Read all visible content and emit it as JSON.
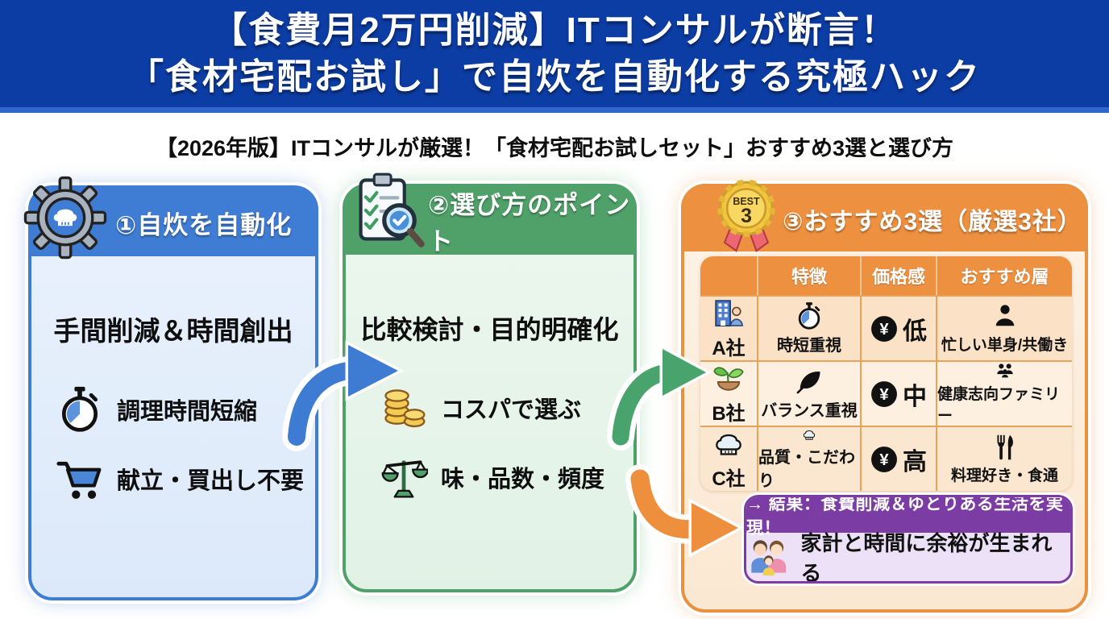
{
  "banner": {
    "bg": "#0c3da5",
    "strip": "#2f66cc",
    "line1": "【食費月2万円削減】ITコンサルが断言！",
    "line2": "「食材宅配お試し」で自炊を自動化する究極ハック"
  },
  "subtitle": "【2026年版】ITコンサルが厳選！「食材宅配お試しセット」おすすめ3選と選び方",
  "cards": [
    {
      "title": "①自炊を自動化",
      "accent": "#3f7dd4",
      "header_icon": "gear-chef-icon",
      "headline": "手間削減＆時間創出",
      "items": [
        {
          "icon": "stopwatch-icon",
          "label": "調理時間短縮"
        },
        {
          "icon": "cart-icon",
          "label": "献立・買出し不要"
        }
      ]
    },
    {
      "title": "②選び方のポイント",
      "accent": "#4fa169",
      "header_icon": "clipboard-magnifier-icon",
      "headline": "比較検討・目的明確化",
      "items": [
        {
          "icon": "coins-icon",
          "label": "コスパで選ぶ"
        },
        {
          "icon": "scale-icon",
          "label": "味・品数・頻度"
        }
      ]
    },
    {
      "title": "③おすすめ3選（厳選3社）",
      "accent": "#ed9040",
      "header_icon": "best3-medal-icon",
      "medal": {
        "top": "BEST",
        "number": "3"
      },
      "table": {
        "columns": [
          "",
          "特徴",
          "価格感",
          "おすすめ層"
        ],
        "price_symbol": "¥",
        "rows": [
          {
            "company": "A社",
            "company_icon": "office-building-icon",
            "feature": "時短重視",
            "feature_icon": "stopwatch-icon",
            "price_level": "低",
            "audience": "忙しい単身/共働き",
            "audience_icon": "person-icon"
          },
          {
            "company": "B社",
            "company_icon": "sprout-bowl-icon",
            "feature": "バランス重視",
            "feature_icon": "leaf-icon",
            "price_level": "中",
            "audience": "健康志向ファミリー",
            "audience_icon": "family-icon"
          },
          {
            "company": "C社",
            "company_icon": "chef-hat-icon",
            "feature": "品質・こだわり",
            "feature_icon": "chef-hat-icon",
            "price_level": "高",
            "audience": "料理好き・食通",
            "audience_icon": "utensils-icon"
          }
        ]
      },
      "result": {
        "header": "→ 結果：食費削減＆ゆとりある生活を実現！",
        "body": "家計と時間に余裕が生まれる",
        "header_bg": "#7b3ca3",
        "body_bg": "#ece1f6",
        "icon": "family-illustration-icon"
      }
    }
  ],
  "arrows": [
    {
      "name": "arrow-step1-to-step2",
      "color": "#3e7cd4"
    },
    {
      "name": "arrow-step2-to-step3",
      "color": "#48a36c"
    },
    {
      "name": "arrow-to-result",
      "color": "#ee8f3d"
    }
  ]
}
